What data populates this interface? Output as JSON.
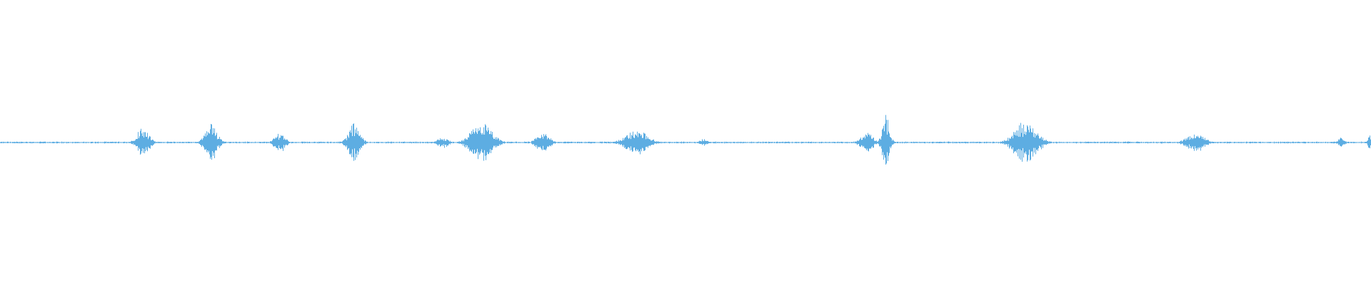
{
  "waveform": {
    "color": "#5dade2",
    "background": "#ffffff",
    "duration_fraction_end": 1.0,
    "bursts": [
      {
        "t": 0.104,
        "w": 0.008,
        "amp": 0.55
      },
      {
        "t": 0.154,
        "w": 0.0085,
        "amp": 0.6
      },
      {
        "t": 0.204,
        "w": 0.007,
        "amp": 0.35
      },
      {
        "t": 0.258,
        "w": 0.008,
        "amp": 0.62
      },
      {
        "t": 0.323,
        "w": 0.007,
        "amp": 0.18
      },
      {
        "t": 0.351,
        "w": 0.014,
        "amp": 0.65
      },
      {
        "t": 0.396,
        "w": 0.009,
        "amp": 0.32
      },
      {
        "t": 0.464,
        "w": 0.015,
        "amp": 0.4
      },
      {
        "t": 0.513,
        "w": 0.005,
        "amp": 0.12
      },
      {
        "t": 0.632,
        "w": 0.008,
        "amp": 0.35
      },
      {
        "t": 0.646,
        "w": 0.005,
        "amp": 0.85
      },
      {
        "t": 0.748,
        "w": 0.015,
        "amp": 0.7
      },
      {
        "t": 0.872,
        "w": 0.012,
        "amp": 0.3
      },
      {
        "t": 0.978,
        "w": 0.005,
        "amp": 0.15
      },
      {
        "t": 0.999,
        "w": 0.003,
        "amp": 0.25
      }
    ]
  }
}
